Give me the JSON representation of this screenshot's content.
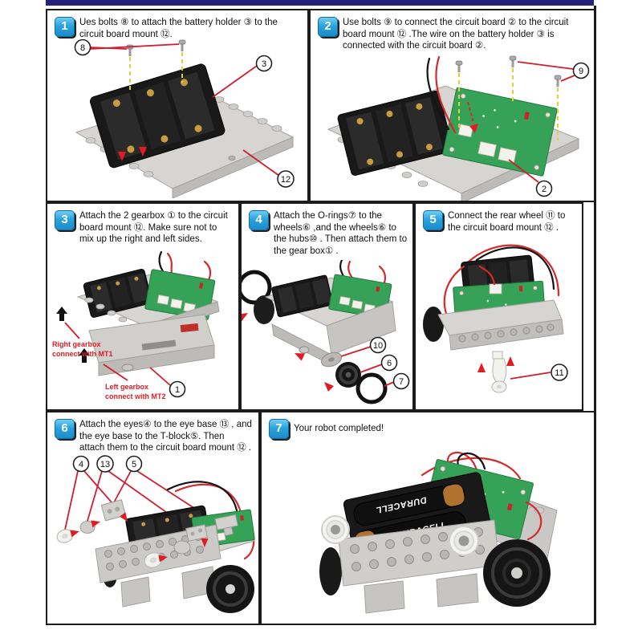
{
  "colors": {
    "top_bar_navy": "#23237c",
    "badge_blue": "#2aa2dd",
    "leader_red": "#cf1f2e",
    "label_red": "#e01b24",
    "pcb_green": "#35a257",
    "bolt_dash_yellow": "#e3cf3a"
  },
  "panels": [
    {
      "badge": "1",
      "text": "Ues bolts ⑧ to attach the battery holder ③ to the circuit board mount ⑫.",
      "callouts": {
        "bolts": "8",
        "holder": "3",
        "mount": "12"
      }
    },
    {
      "badge": "2",
      "text": "Use bolts ⑨ to connect the circuit board ② to the circuit board mount ⑫ .The wire on the battery holder ③ is connected with the circuit board ②.",
      "callouts": {
        "bolts": "9",
        "board": "2"
      }
    },
    {
      "badge": "3",
      "text": "Attach the 2 gearbox ① to the circuit board mount ⑫. Make sure not to mix up the right and left sides.",
      "right_label": "Right gearbox\nconnect with MT1",
      "left_label": "Left gearbox\nconnect with MT2",
      "callouts": {
        "gearbox": "1"
      }
    },
    {
      "badge": "4",
      "text": "Attach the O-rings⑦ to the wheels⑥ ,and the wheels⑥ to the hubs⑩ . Then attach them to the gear box① .",
      "callouts": {
        "hub": "10",
        "wheel": "6",
        "oring": "7"
      }
    },
    {
      "badge": "5",
      "text": "Connect the rear wheel ⑪ to the circuit board mount ⑫ .",
      "callouts": {
        "rear_wheel": "11"
      }
    },
    {
      "badge": "6",
      "text": "Attach the eyes④ to the eye base ⑬ , and the eye base to the T-block⑤. Then attach them to the circuit board mount ⑫ .",
      "callouts": {
        "eyes": "4",
        "eye_base": "13",
        "t_block": "5"
      }
    },
    {
      "badge": "7",
      "text": "Your robot completed!",
      "battery_brand": "DURACELL"
    }
  ]
}
